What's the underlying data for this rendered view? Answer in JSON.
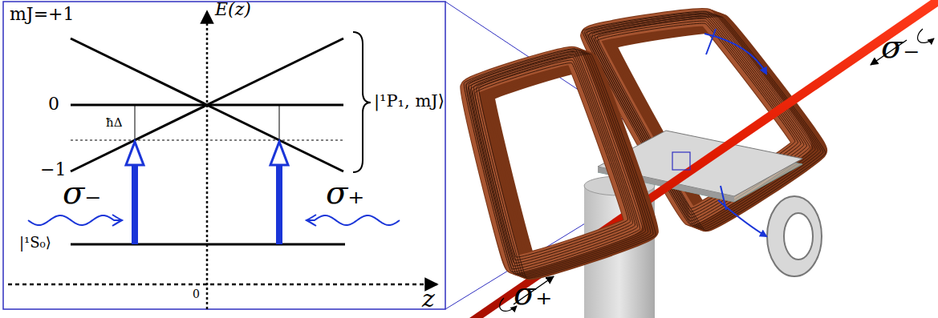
{
  "diagram": {
    "labels": [
      "E(z)",
      "mJ=+1",
      "0",
      "ħΔ",
      "−1",
      "|¹P₁, mJ⟩",
      "σ₋",
      "σ₊",
      "|¹S₀⟩",
      "0",
      "z",
      "σ₋",
      "σ₊"
    ]
  }
}
